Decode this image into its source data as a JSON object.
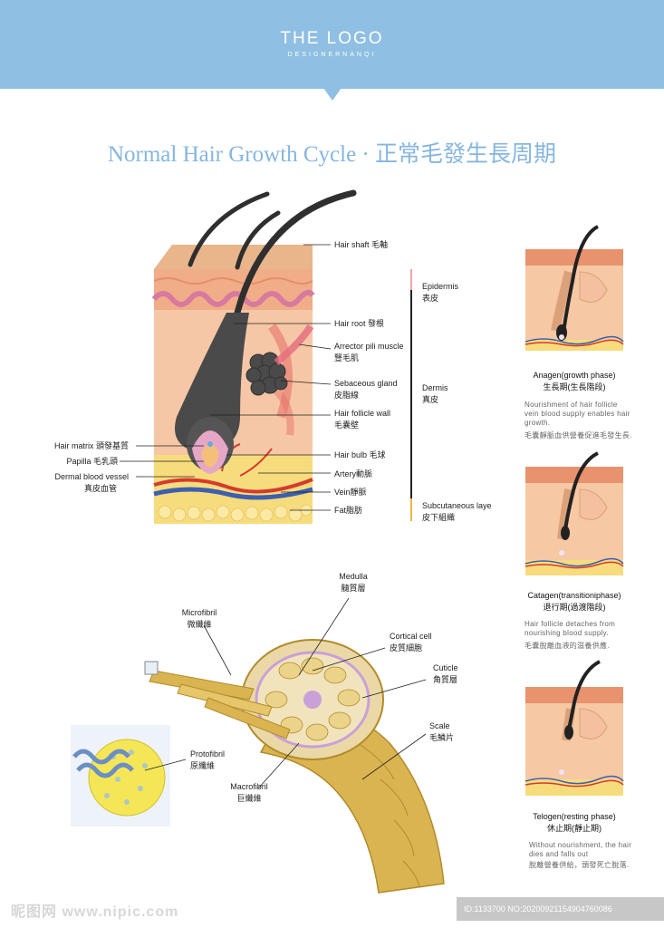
{
  "header": {
    "logo": "THE LOGO",
    "logo_sub": "DESIGNERNANQI",
    "background_color": "#8fbfe3"
  },
  "title": "Normal Hair Growth Cycle · 正常毛發生長周期",
  "structure_labels": {
    "hair_shaft": "Hair shaft 毛軸",
    "hair_root": "Hair root 發根",
    "arrector_en": "Arrector pili muscle",
    "arrector_zh": "豎毛肌",
    "sebaceous_en": "Sebaceous gland",
    "sebaceous_zh": "皮脂線",
    "follicle_wall_en": "Hair follicle wall",
    "follicle_wall_zh": "毛囊壁",
    "hair_bulb": "Hair bulb 毛球",
    "artery": "Artery動脈",
    "vein": "Vein靜脈",
    "fat": "Fat脂肪",
    "hair_matrix": "Hair matrix 頭發基質",
    "papilla": "Papilla 毛乳頭",
    "dermal_vessel_en": "Dermal blood vessel",
    "dermal_vessel_zh": "真皮血管"
  },
  "layer_labels": {
    "epidermis_en": "Epidermis",
    "epidermis_zh": "表皮",
    "dermis_en": "Dermis",
    "dermis_zh": "真皮",
    "subcutaneous_en": "Subcutaneous laye",
    "subcutaneous_zh": "皮下組織"
  },
  "fiber_labels": {
    "medulla_en": "Medulla",
    "medulla_zh": "髓質層",
    "microfibril_en": "Microfibril",
    "microfibril_zh": "微纖維",
    "cortical_en": "Cortical cell",
    "cortical_zh": "皮質細胞",
    "cuticle_en": "Cuticle",
    "cuticle_zh": "角質層",
    "scale_en": "Scale",
    "scale_zh": "毛鱗片",
    "protofibril_en": "Protofibril",
    "protofibril_zh": "原纖維",
    "macrofibril_en": "Macrofibril",
    "macrofibril_zh": "巨纖維"
  },
  "phases": [
    {
      "title_en": "Anagen(growth phase)",
      "title_zh": "生長期(生長階段)",
      "desc_en": "Nourishment of hair follicle vein blood supply enables hair growth.",
      "desc_zh": "毛囊靜脈血供營養促進毛發生長."
    },
    {
      "title_en": "Catagen(transitioniphase)",
      "title_zh": "退行期(過渡階段)",
      "desc_en": "Hair follicle detaches from nourishing blood supply.",
      "desc_zh": "毛囊脫離血液的滋養供應."
    },
    {
      "title_en": "Telogen(resting phase)",
      "title_zh": "休止期(靜止期)",
      "desc_en": "Without nourishment, the hair dies and falls out",
      "desc_zh": "脫離營養供給，頭發死亡脫落."
    }
  ],
  "footer": {
    "watermark": "昵图网 www.nipic.com",
    "id_text": "ID:1133700 NO:20200921154904760086"
  },
  "colors": {
    "title": "#86b6df",
    "skin": "#f3c9a2",
    "hair": "#3a3a3a",
    "fiber": "#d9b451",
    "artery": "#d63a2d",
    "vein": "#3c5fb0"
  }
}
